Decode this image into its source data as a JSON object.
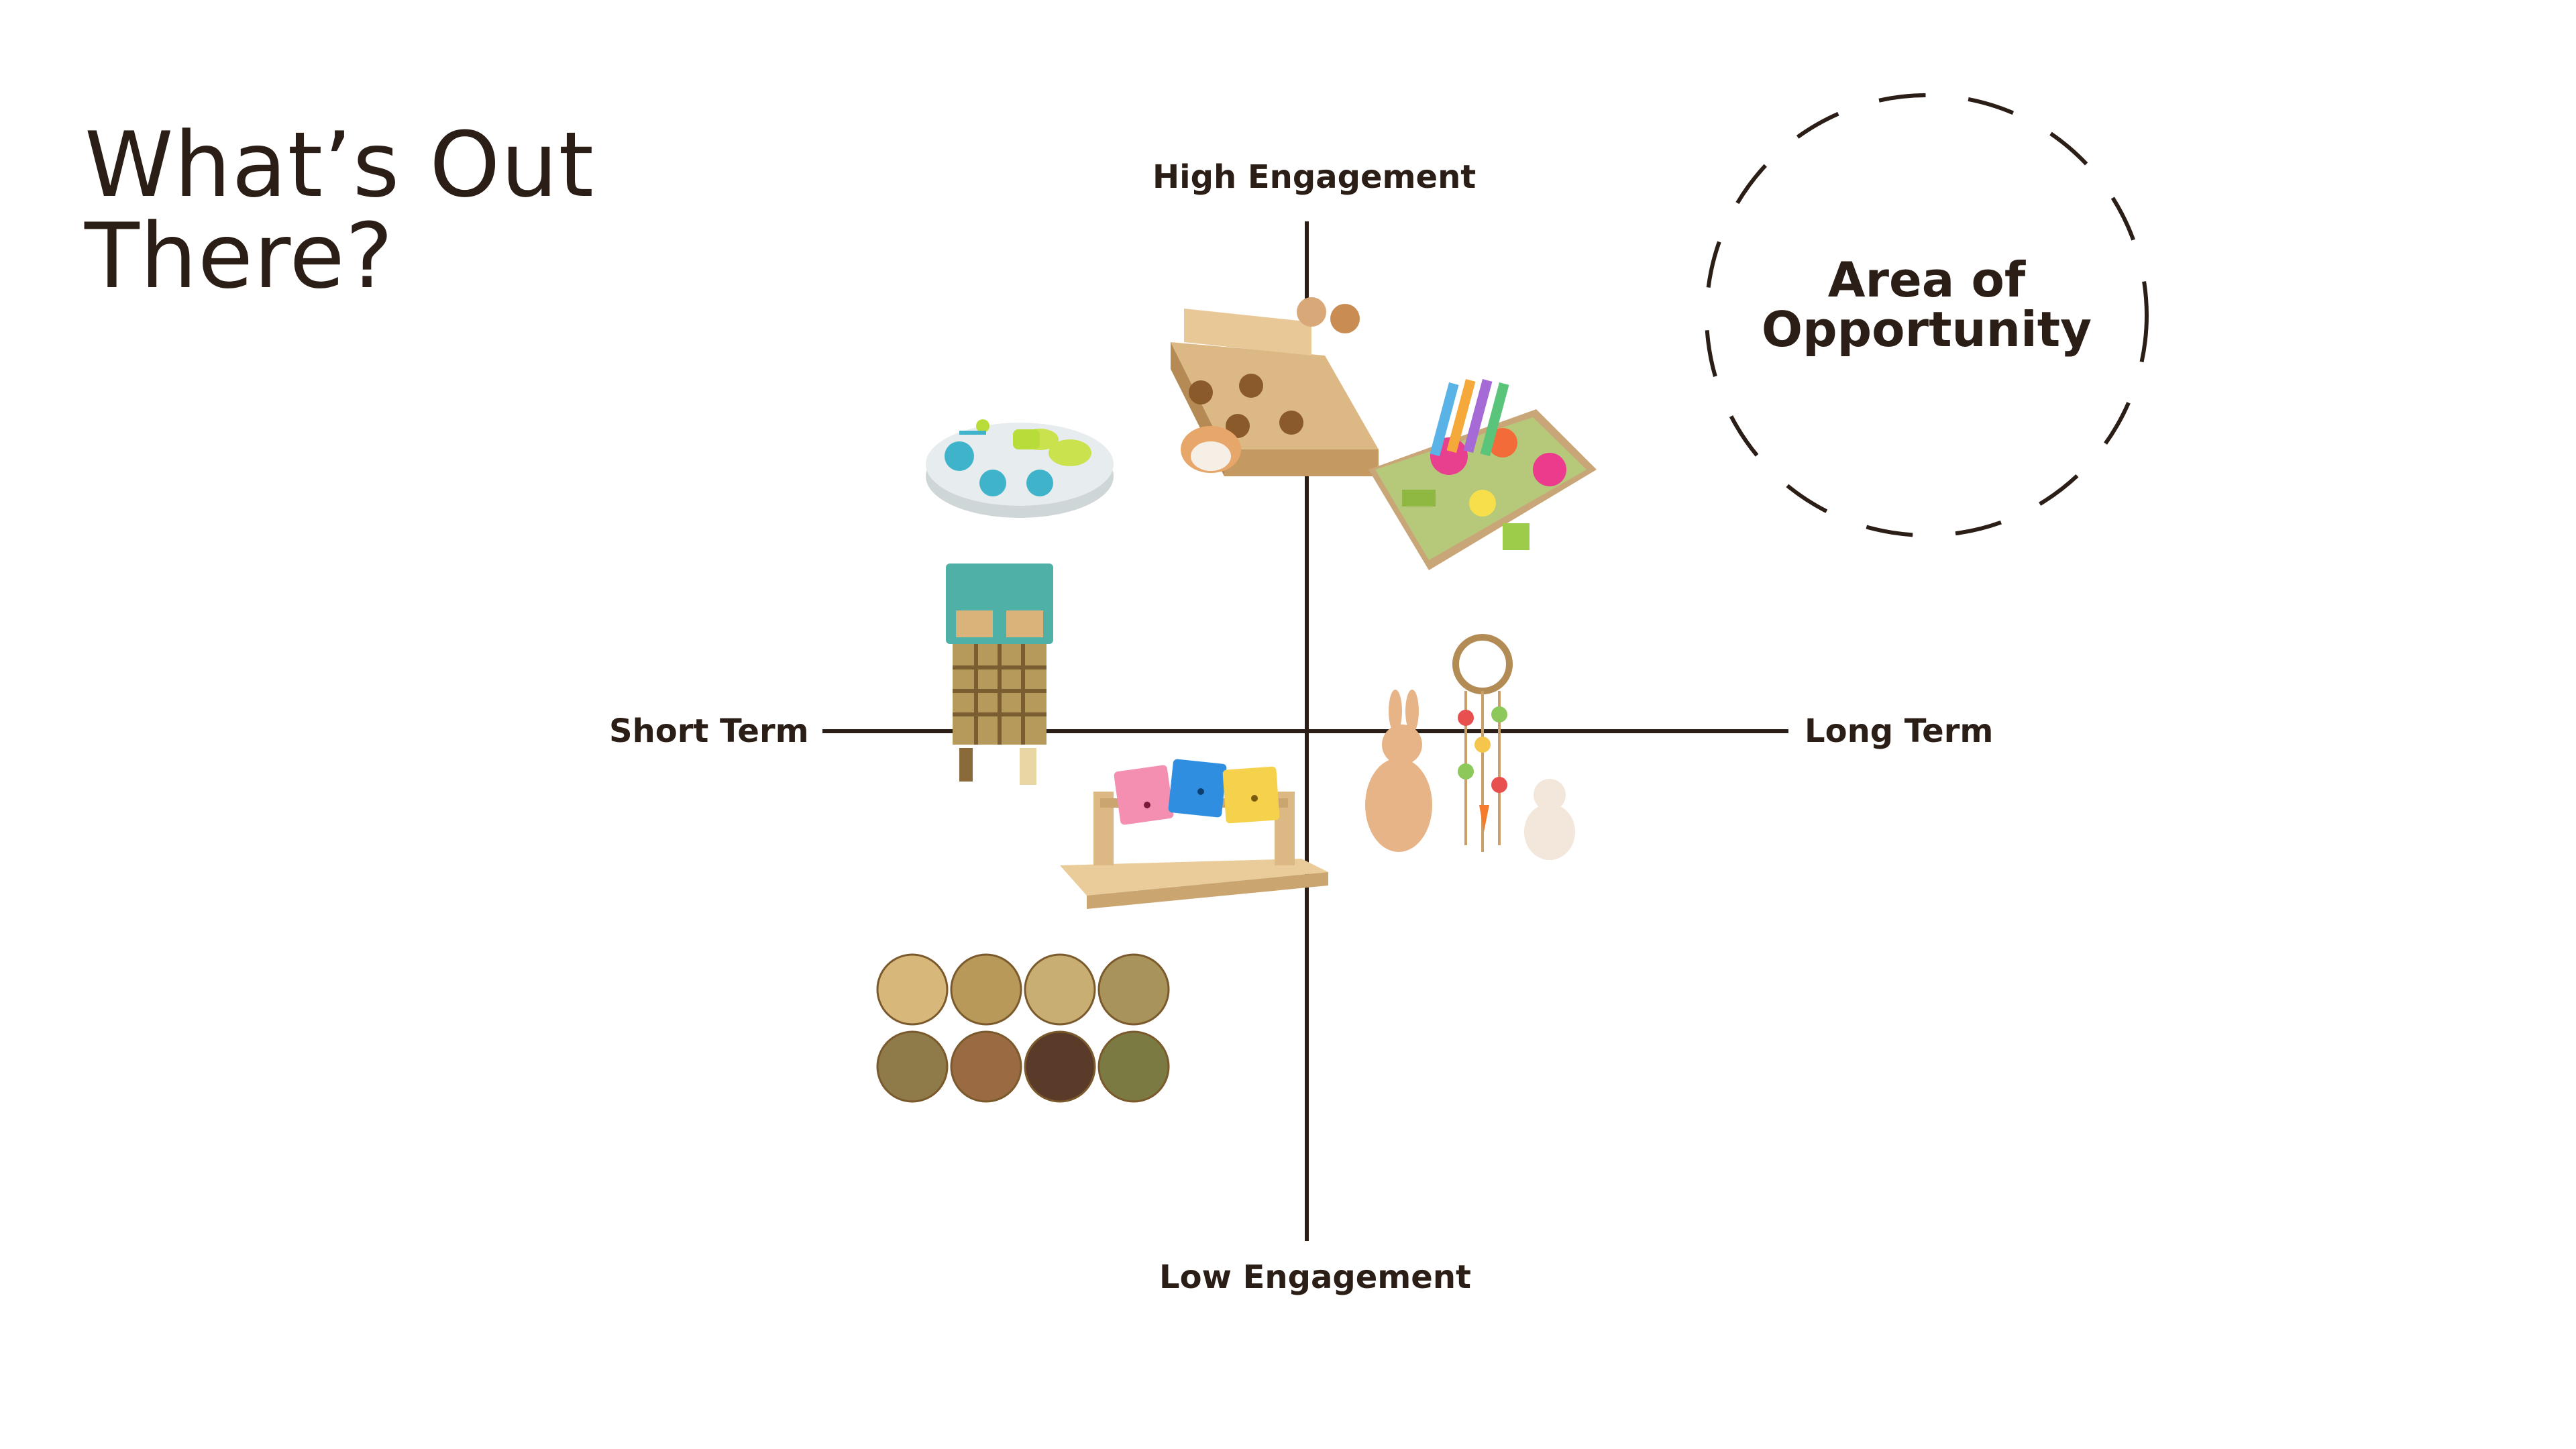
{
  "title": {
    "line1": "What’s Out",
    "line2": "There?"
  },
  "axes": {
    "top": "High Engagement",
    "bottom": "Low Engagement",
    "left": "Short Term",
    "right": "Long Term"
  },
  "callout": {
    "line1": "Area of",
    "line2": "Opportunity"
  },
  "products": [
    {
      "name": "flower-puzzle-feeder-image",
      "quadrant": "high-engagement short-term"
    },
    {
      "name": "wooden-hamster-treat-board-image",
      "quadrant": "high-engagement near-center"
    },
    {
      "name": "foraging-toy-box-image",
      "quadrant": "high-engagement long-term"
    },
    {
      "name": "hanging-play-wall-image",
      "quadrant": "short-term"
    },
    {
      "name": "colorful-block-spinner-image",
      "quadrant": "low-engagement short-term"
    },
    {
      "name": "hanging-chew-garland-image",
      "quadrant": "long-term"
    },
    {
      "name": "woven-ball-set-image",
      "quadrant": "low-engagement short-term"
    }
  ],
  "colors": {
    "text": "#2b1e17",
    "background": "#ffffff"
  }
}
